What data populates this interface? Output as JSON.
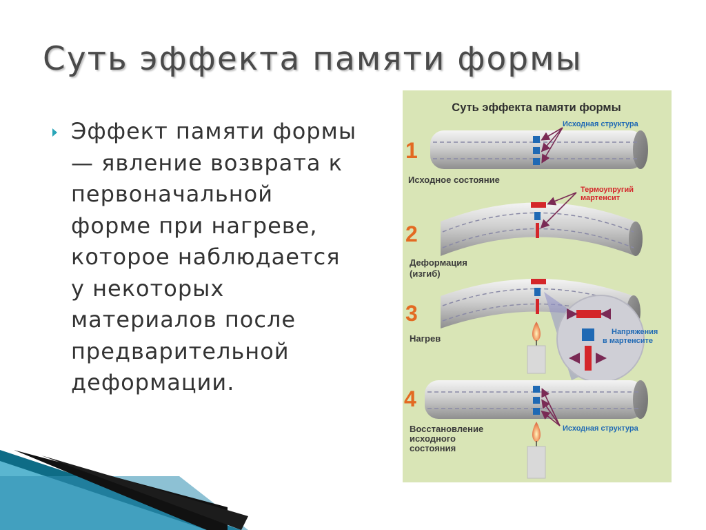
{
  "slide": {
    "title": "Суть эффекта памяти формы",
    "body_lines": [
      "Эффект памяти формы",
      "— явление возврата к",
      "первоначальной",
      "форме при нагреве,",
      "которое наблюдается",
      "у некоторых",
      "материалов после",
      "предварительной",
      "деформации."
    ]
  },
  "diagram": {
    "title": "Суть эффекта памяти формы",
    "steps": [
      {
        "number": "1",
        "caption_lines": [
          "Исходное состояние"
        ],
        "callout_lines": [
          "Исходная структура"
        ]
      },
      {
        "number": "2",
        "caption_lines": [
          "Деформация",
          "(изгиб)"
        ],
        "callout_lines": [
          "Термоупругий",
          "мартенсит"
        ]
      },
      {
        "number": "3",
        "caption_lines": [
          "Нагрев"
        ],
        "callout_lines": [
          "Напряжения",
          "в мартенсите"
        ]
      },
      {
        "number": "4",
        "caption_lines": [
          "Восстановление",
          "исходного",
          "состояния"
        ],
        "callout_lines": [
          "Исходная структура"
        ]
      }
    ],
    "colors": {
      "background": "#d9e5b6",
      "step_number": "#e36a22",
      "blue_callout": "#1f69b4",
      "red_callout": "#d4262a",
      "arrow": "#7a2a55"
    }
  }
}
